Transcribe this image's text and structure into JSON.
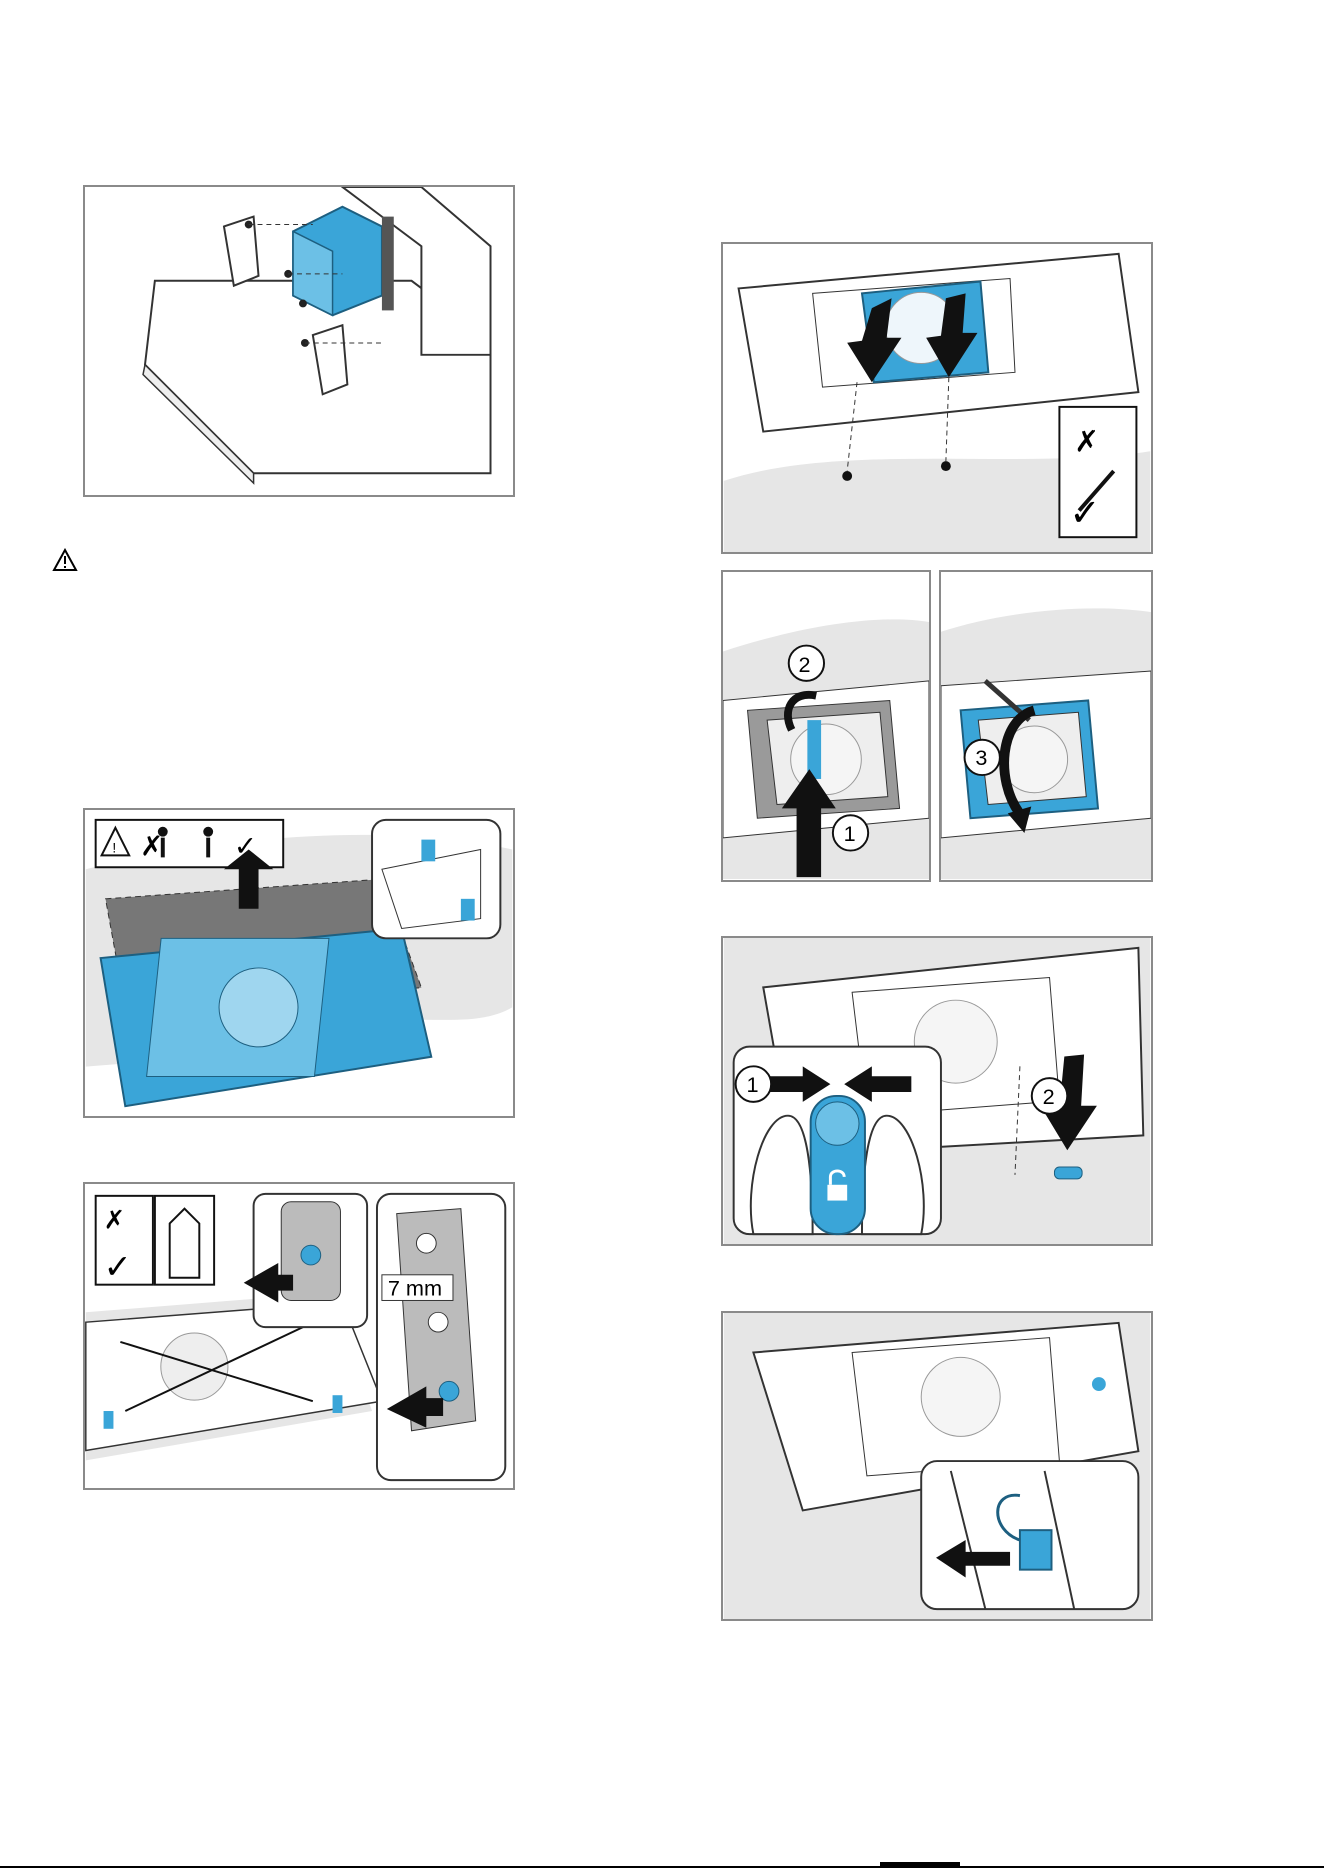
{
  "labels": {
    "step_1": "1",
    "step_2": "2",
    "step_3": "3",
    "measurement": "7 mm"
  },
  "colors": {
    "accent_blue": "#3aa5d8",
    "panel_border": "#8a8a8a",
    "shadow_grey": "#e6e6e6",
    "arrow_black": "#1a1a1a"
  },
  "icons": [
    "warning-triangle",
    "two-person-lift",
    "no-power-drill",
    "screwdriver-check",
    "padlock-open",
    "arrow"
  ]
}
